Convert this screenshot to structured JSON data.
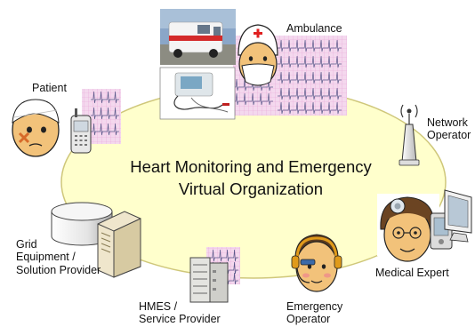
{
  "title": {
    "line1": "Heart Monitoring and Emergency",
    "line2": "Virtual Organization"
  },
  "actors": {
    "ambulance": "Ambulance",
    "patient": "Patient",
    "network_operator": "Network\nOperator",
    "grid_provider": "Grid\nEquipment /\nSolution Provider",
    "hmes_provider": "HMES /\nService Provider",
    "emergency_operator": "Emergency\nOperator",
    "medical_expert": "Medical Expert"
  },
  "colors": {
    "ellipse_fill": "#FFFFCC",
    "ellipse_stroke": "#CFC77A",
    "ecg_grid_bg": "#F4D8EE",
    "ecg_trace": "#5A5A8A",
    "skin": "#F2C27A",
    "ambulance_cross": "#E02020"
  },
  "icons": [
    "ambulance-photo-icon",
    "ecg-monitor-photo-icon",
    "paramedic-face-icon",
    "patient-face-icon",
    "mobile-phone-icon",
    "antenna-icon",
    "server-icon",
    "storage-cylinder-icon",
    "server-tower-icon",
    "operator-headset-face-icon",
    "doctor-face-icon",
    "pda-icon",
    "monitor-icon"
  ]
}
